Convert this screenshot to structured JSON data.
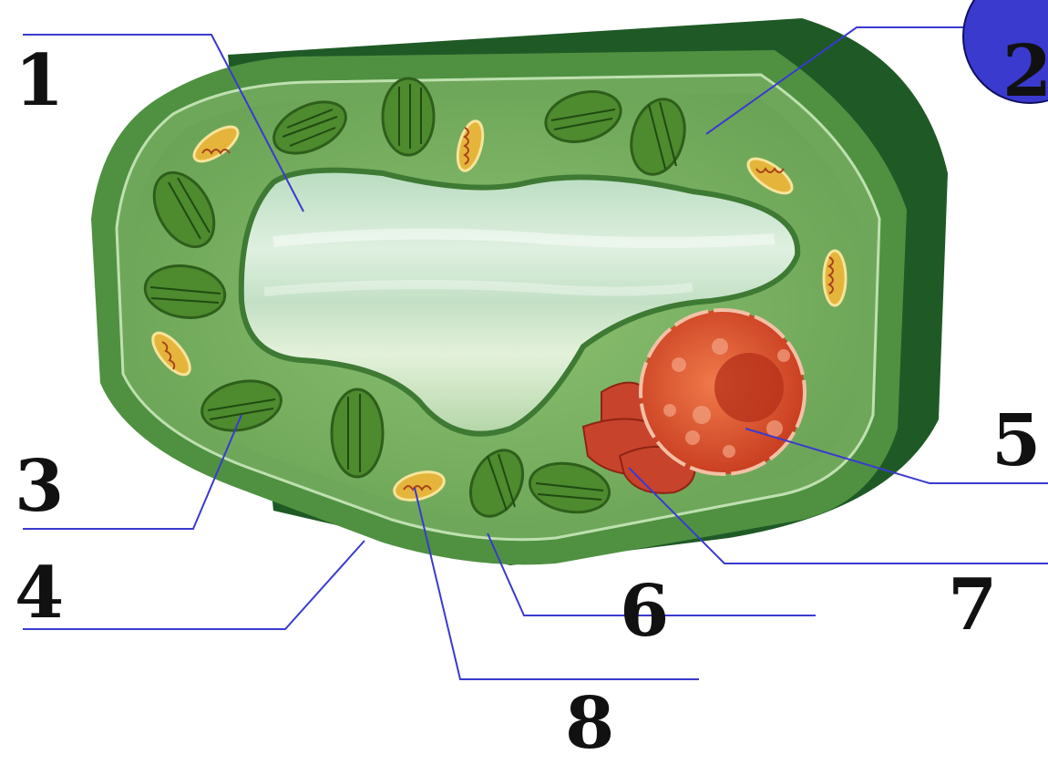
{
  "labels": {
    "one": "1",
    "two": "2",
    "three": "3",
    "four": "4",
    "five": "5",
    "six": "6",
    "seven": "7",
    "eight": "8"
  },
  "colors": {
    "leader_line": "#3a3ad0",
    "wall_outer": "#4e8f3f",
    "wall_shadow": "#1e5a25",
    "cytoplasm": "#7fb266",
    "vacuole": "#cfe6c6",
    "chloroplast": "#3f7f2b",
    "mitochondrion": "#e2b23a",
    "nucleus": "#d9542f",
    "golgi": "#c9432a",
    "corner_badge": "#3a3acf"
  },
  "icons": {
    "cell_illustration": "plant-cell-icon"
  }
}
